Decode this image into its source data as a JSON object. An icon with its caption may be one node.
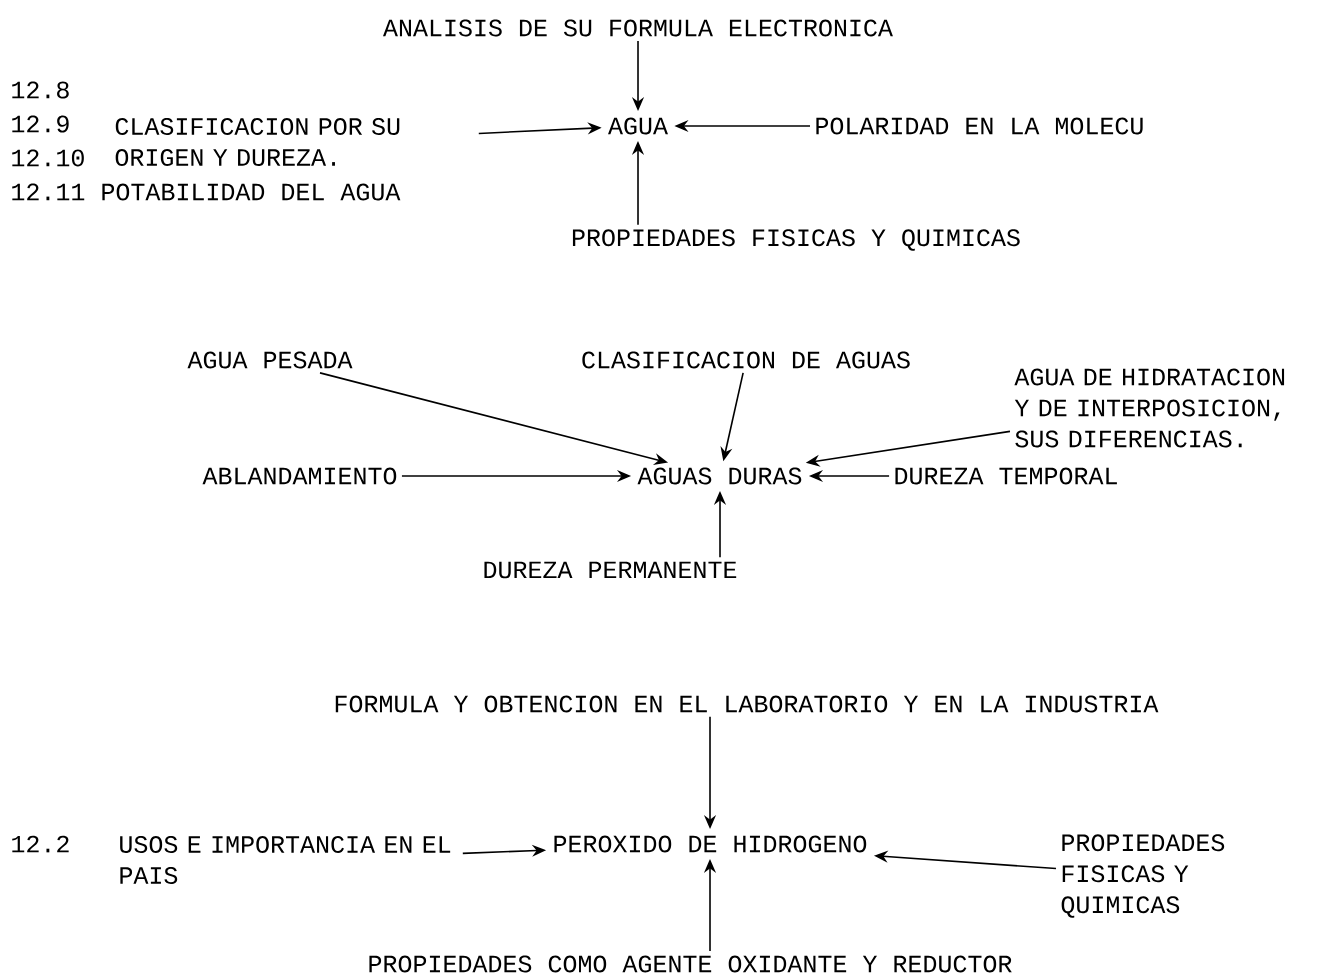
{
  "diagram": {
    "nodes": [
      {
        "text": [
          "ANALISIS DE SU FORMULA ELECTRONICA"
        ]
      },
      {
        "text": [
          "AGUA"
        ]
      },
      {
        "text": [
          "CLASIFICACION POR SU ORIGEN Y DUREZA."
        ]
      },
      {
        "text": [
          "POLARIDAD EN LA MOLECU"
        ]
      },
      {
        "text": [
          "PROPIEDADES FISICAS Y QUIMICAS"
        ]
      },
      {
        "text": [
          "AGUA PESADA"
        ]
      },
      {
        "text": [
          "CLASIFICACION DE AGUAS"
        ]
      },
      {
        "text": [
          "AGUA DE HIDRATACION Y DE INTERPOSICION, SUS DIFERENCIAS."
        ]
      },
      {
        "text": [
          "ABLANDAMIENTO"
        ]
      },
      {
        "text": [
          "AGUAS DURAS"
        ]
      },
      {
        "text": [
          "DUREZA TEMPORAL"
        ]
      },
      {
        "text": [
          "DUREZA PERMANENTE"
        ]
      },
      {
        "text": [
          "FORMULA Y OBTENCION EN EL LABORATORIO Y EN LA INDUSTRIA"
        ]
      },
      {
        "text": [
          "PEROXIDO DE HIDROGENO"
        ]
      },
      {
        "text": [
          "USOS E IMPORTANCIA EN EL PAIS"
        ]
      },
      {
        "text": [
          "PROPIEDADES FISICAS Y QUIMICAS"
        ]
      },
      {
        "text": [
          "PROPIEDADES COMO AGENTE OXIDANTE Y REDUCTOR"
        ]
      }
    ],
    "edges": [
      {
        "from": 0,
        "to": 1,
        "arrow": "to"
      },
      {
        "from": 2,
        "to": 1,
        "arrow": "to"
      },
      {
        "from": 3,
        "to": 1,
        "arrow": "to"
      },
      {
        "from": 4,
        "to": 1,
        "arrow": "to"
      },
      {
        "from": 5,
        "to": 9,
        "arrow": "to"
      },
      {
        "from": 6,
        "to": 9,
        "arrow": "to"
      },
      {
        "from": 7,
        "to": 9,
        "arrow": "to"
      },
      {
        "from": 8,
        "to": 9,
        "arrow": "to"
      },
      {
        "from": 10,
        "to": 9,
        "arrow": "to"
      },
      {
        "from": 11,
        "to": 9,
        "arrow": "to"
      },
      {
        "from": 12,
        "to": 13,
        "arrow": "to"
      },
      {
        "from": 14,
        "to": 13,
        "arrow": "to"
      },
      {
        "from": 15,
        "to": 13,
        "arrow": "to"
      },
      {
        "from": 16,
        "to": 13,
        "arrow": "to"
      }
    ],
    "labels": [
      "12.8",
      "12.9",
      "12.10",
      "12.11 POTABILIDAD DEL AGUA",
      "12.2"
    ]
  }
}
